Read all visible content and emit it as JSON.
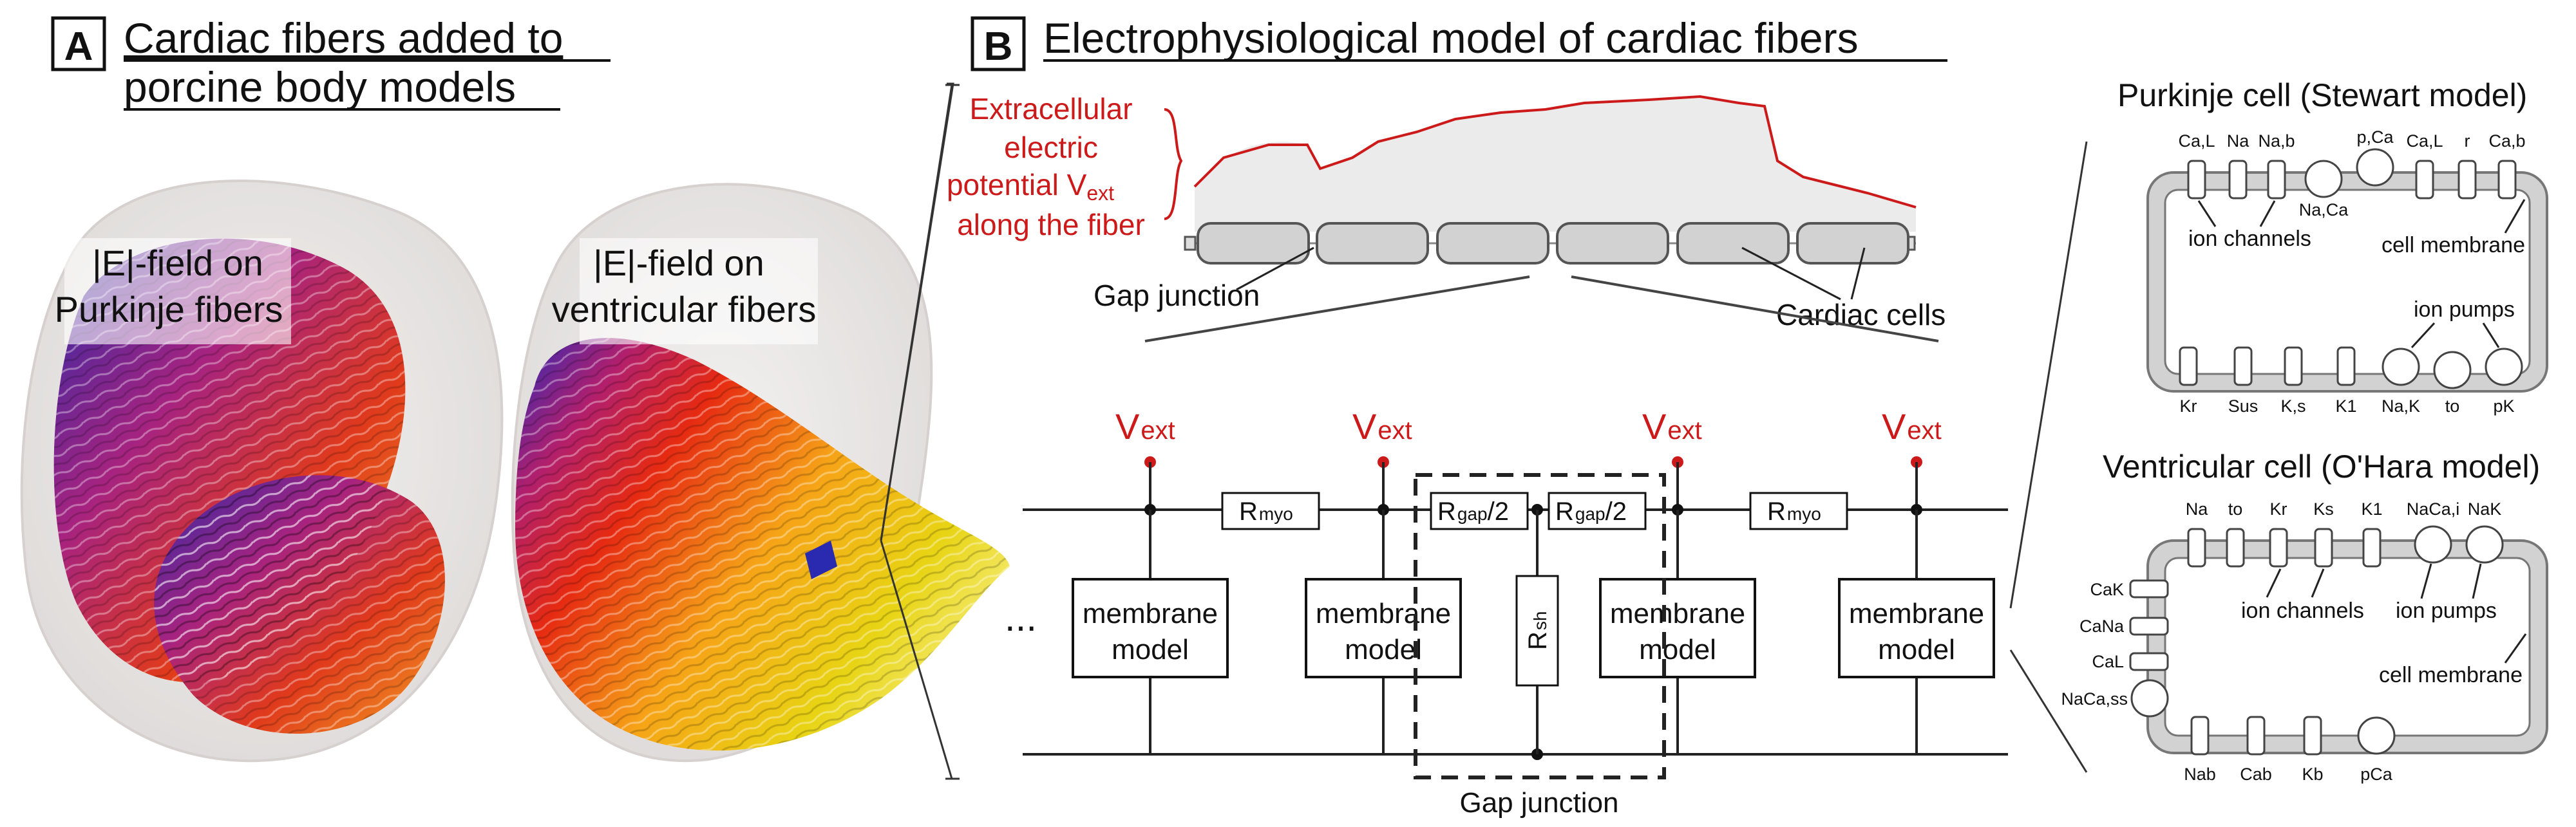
{
  "panel_a": {
    "badge": "A",
    "title_line1": "Cardiac fibers added to",
    "title_line2": "porcine body models",
    "left_label_line1": "|E|-field on",
    "left_label_line2": "Purkinje fibers",
    "right_label_line1": "|E|-field on",
    "right_label_line2": "ventricular fibers",
    "ellipsis": "..."
  },
  "panel_b": {
    "badge": "B",
    "title": "Electrophysiological model of cardiac fibers",
    "extracellular_line1": "Extracellular",
    "extracellular_line2": "electric",
    "extracellular_line3": "potential V",
    "extracellular_sub": "ext",
    "extracellular_line4": "along the fiber",
    "gap_junction_label": "Gap junction",
    "cardiac_cells_label": "Cardiac cells",
    "vext_main": "V",
    "vext_sub": "ext",
    "r_main": "R",
    "r_myo_sub": "myo",
    "r_gap_sub": "gap",
    "r_gap_suffix": "/2",
    "r_sh_sub": "sh",
    "membrane_line1": "membrane",
    "membrane_line2": "model",
    "gap_junction_bottom": "Gap junction"
  },
  "purkinje": {
    "title": "Purkinje cell (Stewart model)",
    "top_channels": [
      "Ca,L",
      "Na",
      "Na,b"
    ],
    "top_pumps": [
      "p,Ca"
    ],
    "na_ca": "Na,Ca",
    "top_channels_right": [
      "Ca,L",
      "r",
      "Ca,b"
    ],
    "ion_channels": "ion channels",
    "cell_membrane": "cell membrane",
    "ion_pumps": "ion pumps",
    "bottom_labels": [
      "Kr",
      "Sus",
      "K,s",
      "K1",
      "Na,K",
      "to",
      "pK"
    ]
  },
  "ventricular": {
    "title": "Ventricular cell (O'Hara model)",
    "top_labels": [
      "Na",
      "to",
      "Kr",
      "Ks",
      "K1",
      "NaCa,i",
      "NaK"
    ],
    "ion_channels": "ion channels",
    "ion_pumps": "ion pumps",
    "cell_membrane": "cell membrane",
    "left_labels": [
      "CaK",
      "CaNa",
      "CaL",
      "NaCa,ss"
    ],
    "bottom_labels": [
      "Nab",
      "Cab",
      "Kb",
      "pCa"
    ]
  },
  "colors": {
    "potential_red": "#cc1a1a",
    "cell_gray": "#d2d2d2",
    "potential_fill": "#ebebeb"
  }
}
